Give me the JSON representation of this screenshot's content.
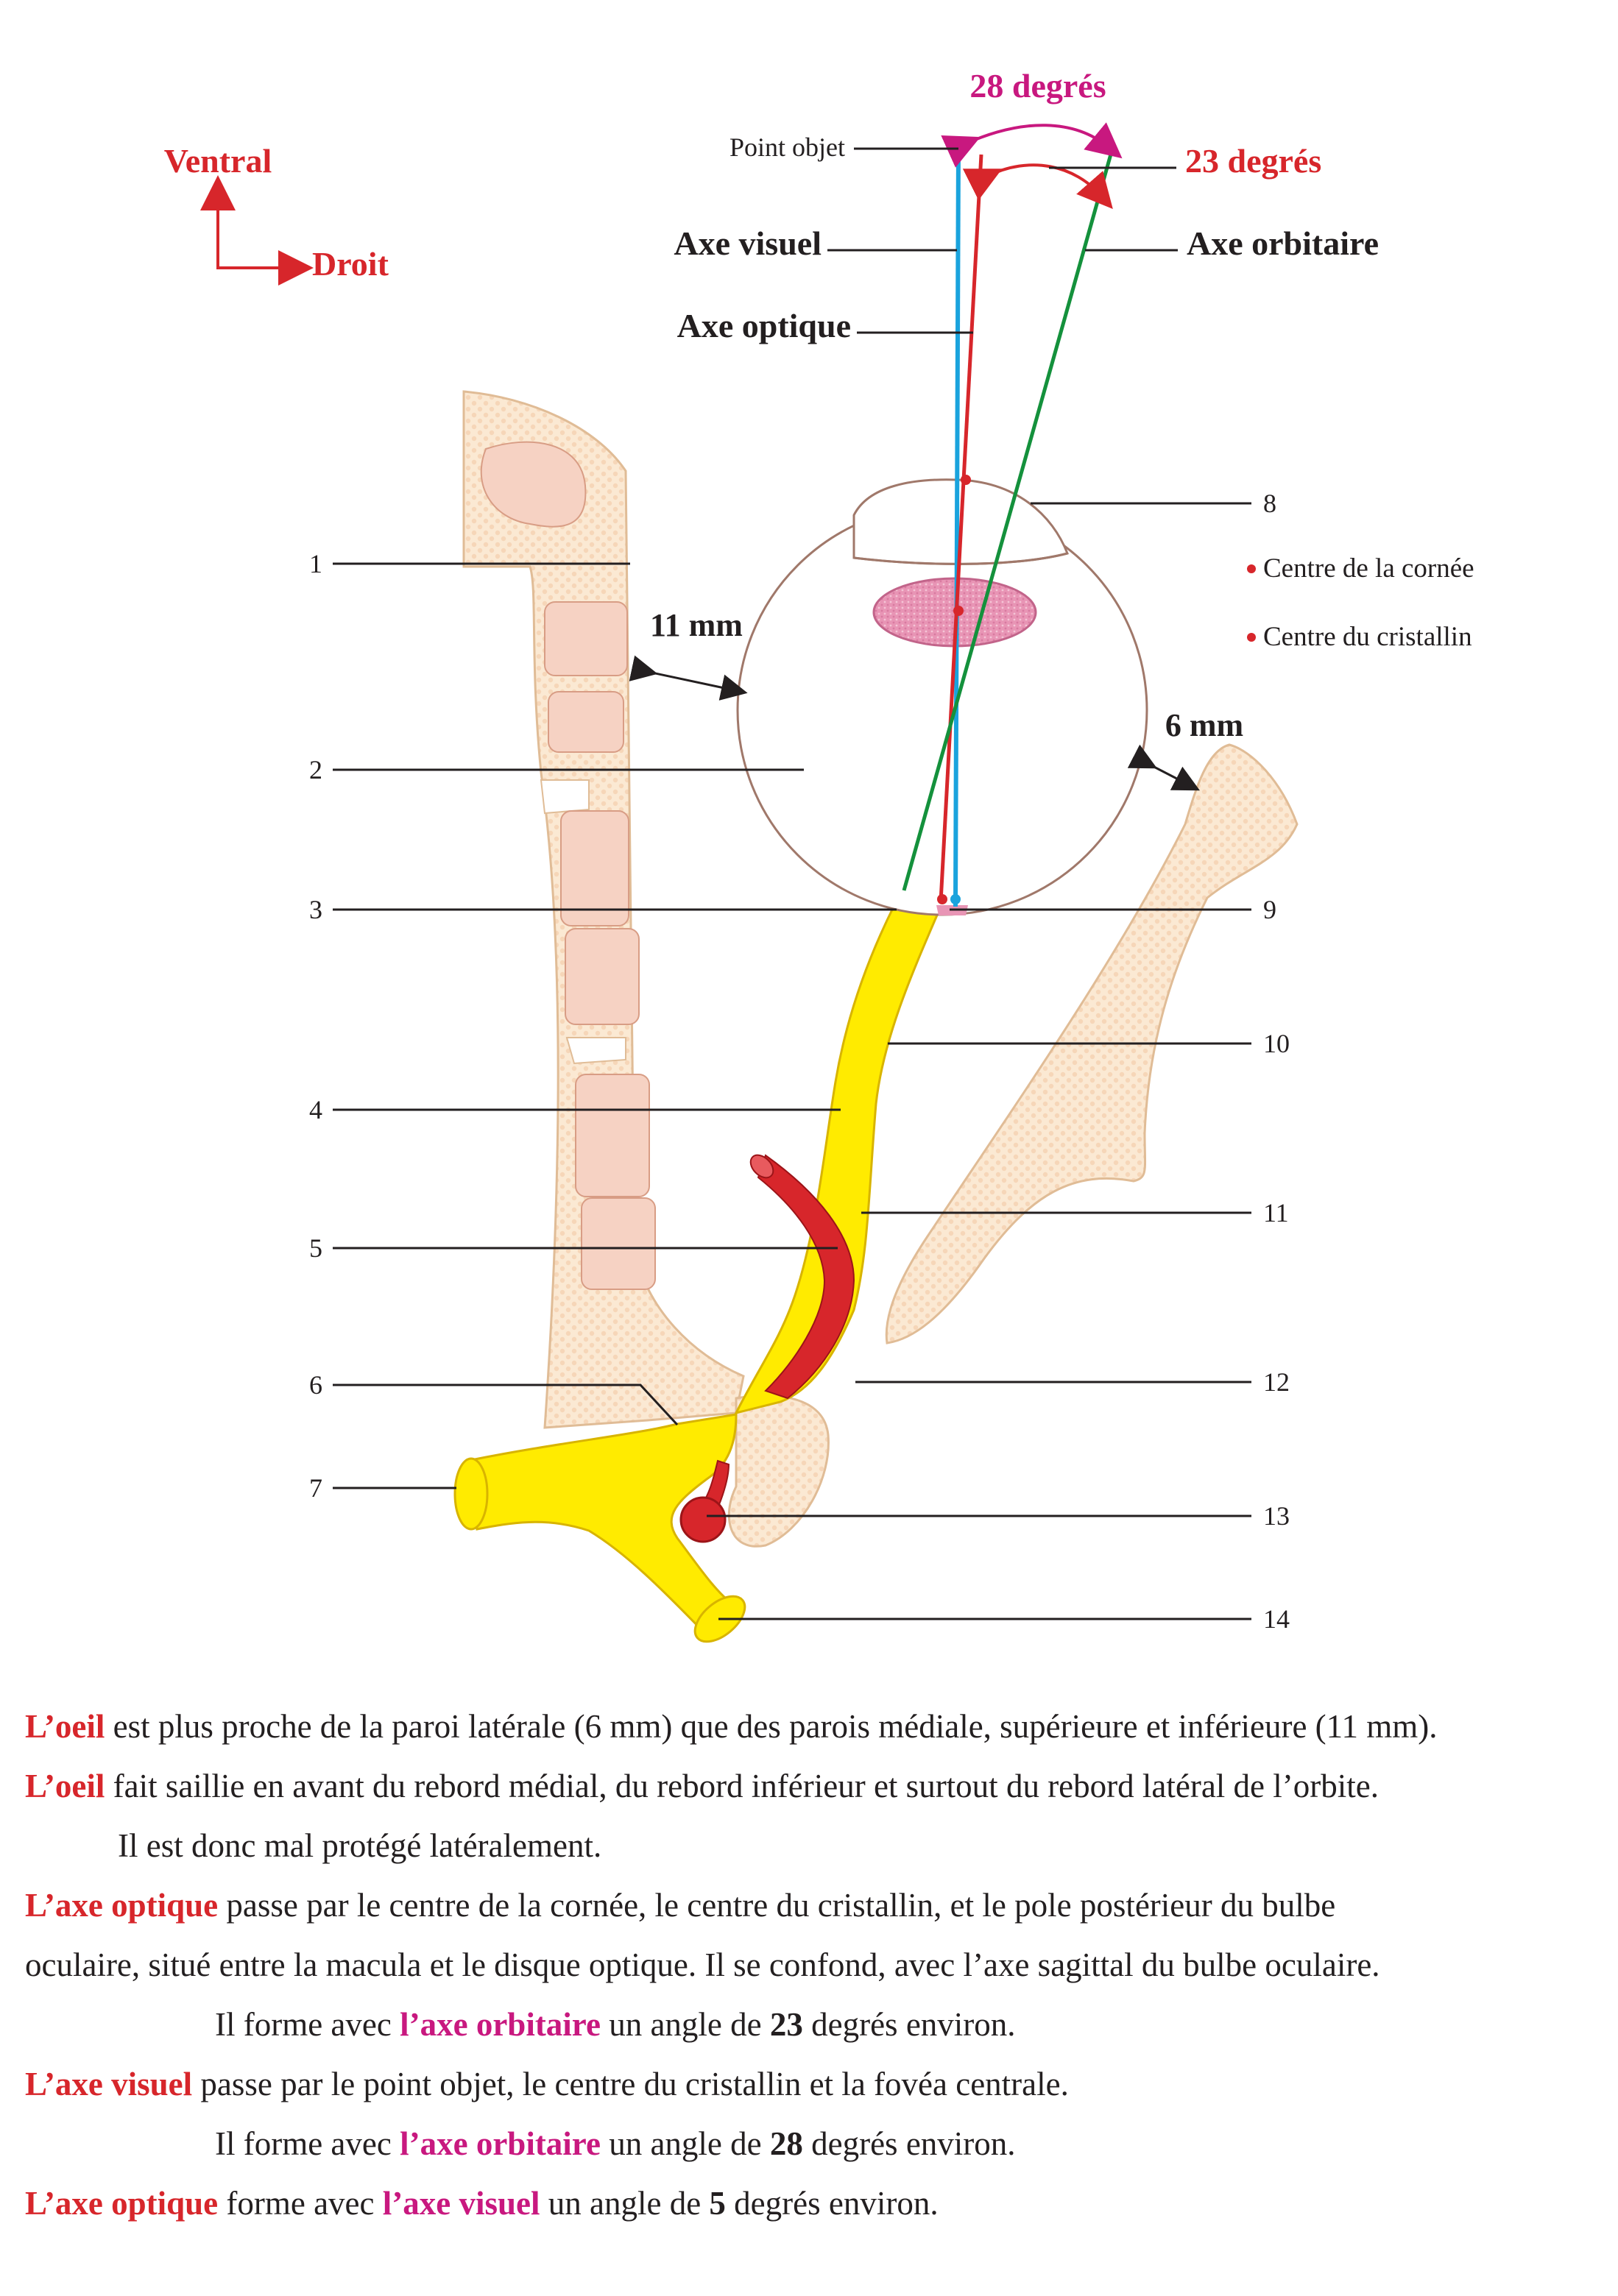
{
  "colors": {
    "bone_fill": "#fbe9d3",
    "bone_stroke": "#e0bc96",
    "sinus_fill": "#f6d2c3",
    "sinus_stroke": "#d89d85",
    "nerve": "#ffeb00",
    "nerve_stroke": "#d8b400",
    "artery": "#d7262b",
    "axe_visuel": "#1aa3dd",
    "axe_optique": "#d7262b",
    "axe_orbitaire": "#14913c",
    "magenta": "#c8187f",
    "lens": "#e895b5"
  },
  "orientation": {
    "ventral": "Ventral",
    "droit": "Droit"
  },
  "angles": {
    "a28": "28 degrés",
    "a23": "23 degrés"
  },
  "axis_labels": {
    "point_objet": "Point objet",
    "axe_visuel": "Axe visuel",
    "axe_optique": "Axe optique",
    "axe_orbitaire": "Axe orbitaire"
  },
  "distances": {
    "d11": "11 mm",
    "d6": "6 mm"
  },
  "legend": {
    "cornea": "Centre de la cornée",
    "lens": "Centre du cristallin"
  },
  "callouts": {
    "n1": "1",
    "n2": "2",
    "n3": "3",
    "n4": "4",
    "n5": "5",
    "n6": "6",
    "n7": "7",
    "n8": "8",
    "n9": "9",
    "n10": "10",
    "n11": "11",
    "n12": "12",
    "n13": "13",
    "n14": "14"
  },
  "text": {
    "p1_term": "L’oeil",
    "p1_rest": " est plus proche de la paroi latérale (6 mm) que des parois médiale, supérieure et inférieure (11 mm).",
    "p2_term": "L’oeil",
    "p2_rest": " fait saillie en avant du rebord médial, du rebord inférieur et surtout du rebord latéral de l’orbite.",
    "p2_cont": "Il est donc mal protégé latéralement.",
    "p3_term": "L’axe optique",
    "p3_rest": " passe par le centre de la cornée, le centre du cristallin, et le pole postérieur du bulbe",
    "p3_cont": "oculaire, situé entre la macula et le disque optique. Il se confond, avec l’axe sagittal du bulbe oculaire.",
    "p4_a": "Il forme avec ",
    "p4_term": "l’axe orbitaire",
    "p4_b": " un angle de ",
    "p4_num": "23",
    "p4_c": " degrés environ.",
    "p5_term": "L’axe visuel",
    "p5_rest": " passe par le point objet, le centre du cristallin et la fovéa centrale.",
    "p6_a": "Il forme avec ",
    "p6_term": "l’axe orbitaire",
    "p6_b": " un angle de ",
    "p6_num": "28",
    "p6_c": " degrés environ.",
    "p7_term1": "L’axe optique",
    "p7_a": " forme avec ",
    "p7_term2": "l’axe visuel",
    "p7_b": " un angle de ",
    "p7_num": "5",
    "p7_c": " degrés environ."
  }
}
